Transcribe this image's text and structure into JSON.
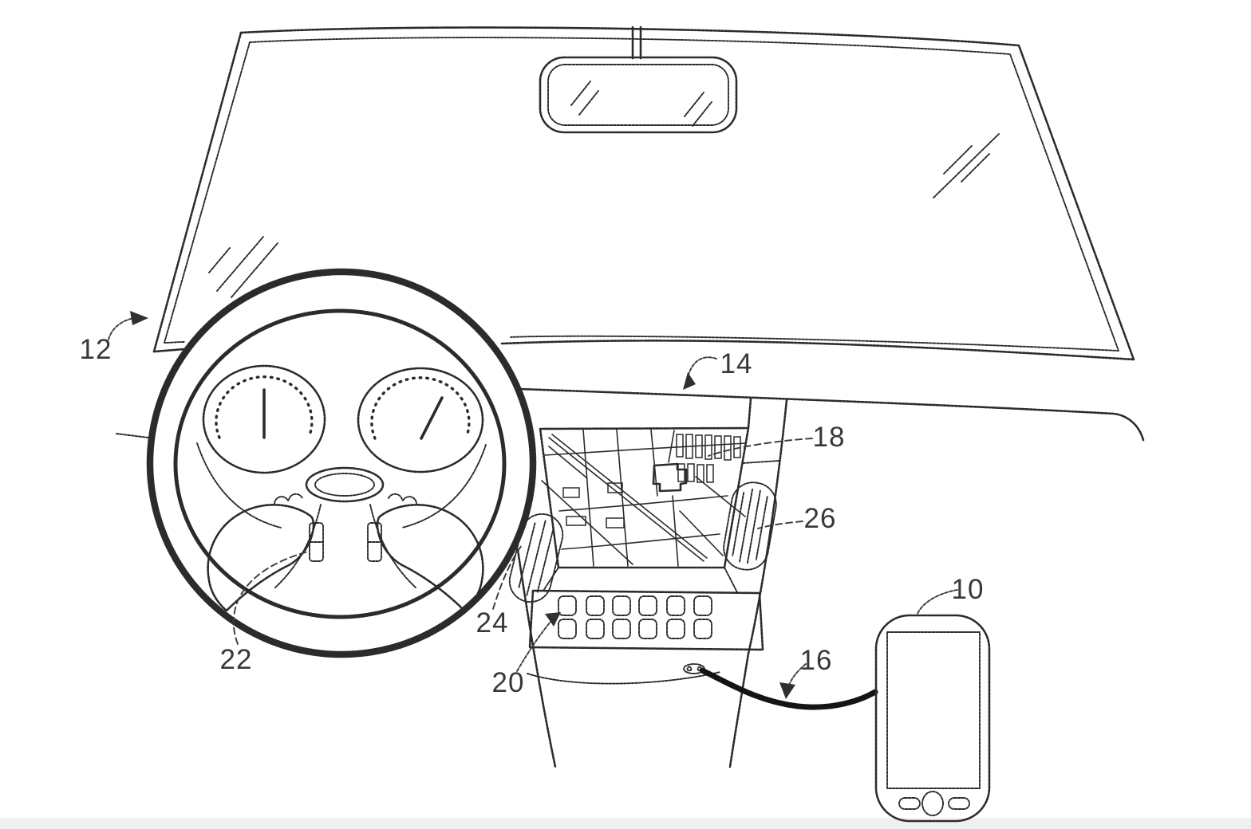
{
  "figure": {
    "kind": "patent-line-drawing",
    "subject": "Vehicle interior dashboard with navigation display and connected smartphone",
    "background_color": "#ffffff",
    "line_color": "#2b2b2b",
    "label_color": "#383838",
    "footer_strip_color": "#eff0f2"
  },
  "labels": [
    {
      "ref": "10",
      "part": "smartphone"
    },
    {
      "ref": "12",
      "part": "windshield"
    },
    {
      "ref": "14",
      "part": "dashboard"
    },
    {
      "ref": "16",
      "part": "connection-cable"
    },
    {
      "ref": "18",
      "part": "navigation-map-display"
    },
    {
      "ref": "20",
      "part": "console-button-panel"
    },
    {
      "ref": "22",
      "part": "steering-wheel-controls"
    },
    {
      "ref": "24",
      "part": "left-air-vent"
    },
    {
      "ref": "26",
      "part": "right-air-vent"
    }
  ]
}
